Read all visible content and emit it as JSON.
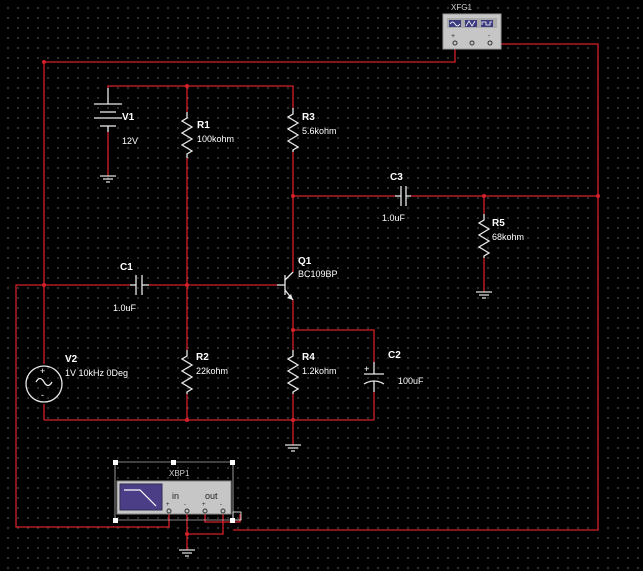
{
  "components": {
    "v1": {
      "name": "V1",
      "value": "12V"
    },
    "v2": {
      "name": "V2",
      "value": "1V 10kHz 0Deg"
    },
    "r1": {
      "name": "R1",
      "value": "100kohm"
    },
    "r2": {
      "name": "R2",
      "value": "22kohm"
    },
    "r3": {
      "name": "R3",
      "value": "5.6kohm"
    },
    "r4": {
      "name": "R4",
      "value": "1.2kohm"
    },
    "r5": {
      "name": "R5",
      "value": "68kohm"
    },
    "c1": {
      "name": "C1",
      "value": "1.0uF"
    },
    "c2": {
      "name": "C2",
      "value": "100uF"
    },
    "c3": {
      "name": "C3",
      "value": "1.0uF"
    },
    "q1": {
      "name": "Q1",
      "value": "BC109BP"
    }
  },
  "instruments": {
    "xfg1": {
      "name": "XFG1",
      "pins": [
        "+",
        "-"
      ]
    },
    "xbp1": {
      "name": "XBP1",
      "in_label": "in",
      "out_label": "out"
    }
  },
  "colors": {
    "wire": "#d4202a",
    "component": "#e8e8e8",
    "background": "#000000"
  }
}
